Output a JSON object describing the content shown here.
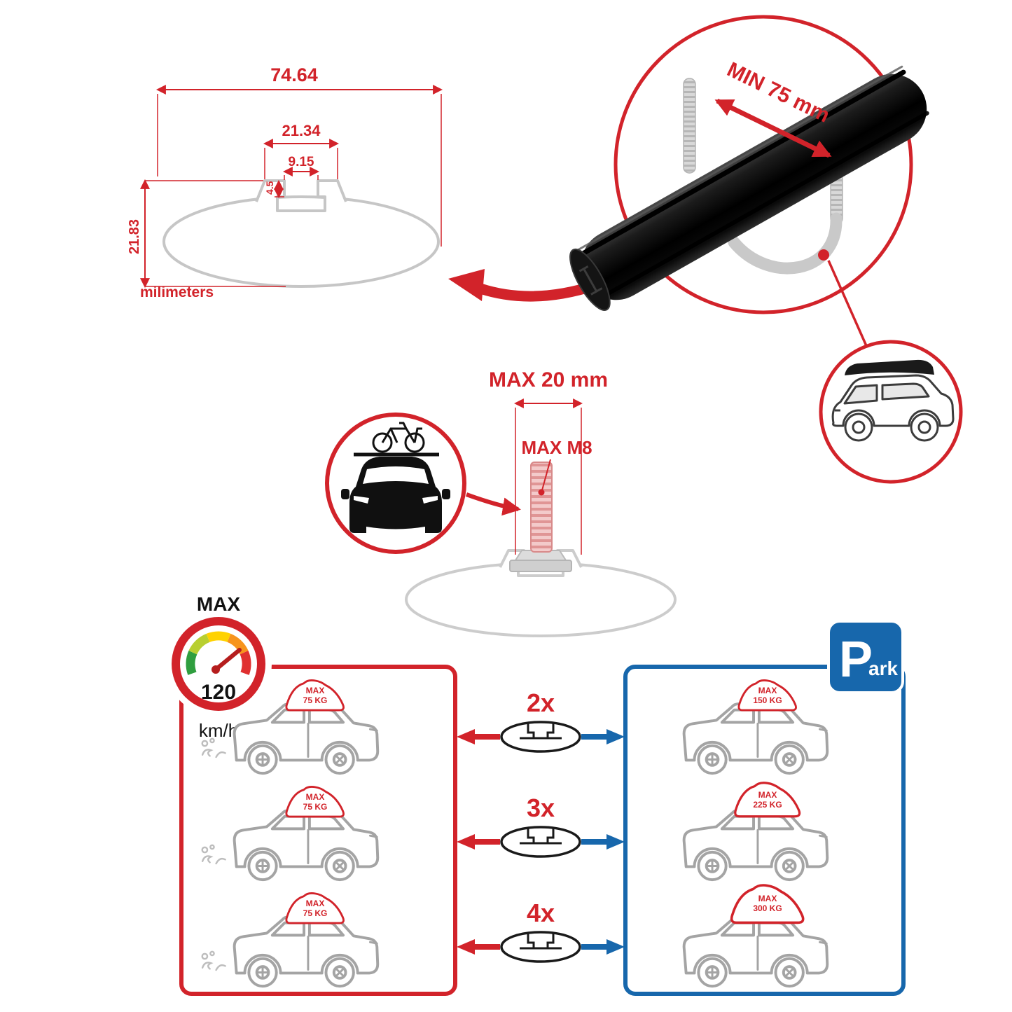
{
  "colors": {
    "red": "#d2232a",
    "blue": "#1767ac",
    "gray": "#c6c6c6",
    "black": "#111111"
  },
  "dimensions": {
    "overall_width": "74.64",
    "channel_width": "21.34",
    "slot_width": "9.15",
    "slot_depth": "4.5",
    "height": "21.83",
    "units": "milimeters"
  },
  "clamp": {
    "min_label": "MIN 75 mm"
  },
  "bolt": {
    "max_length": "MAX 20 mm",
    "max_thread": "MAX M8"
  },
  "speedometer": {
    "top_label": "MAX",
    "value": "120",
    "unit": "km/h"
  },
  "multipliers": [
    {
      "label": "2x"
    },
    {
      "label": "3x"
    },
    {
      "label": "4x"
    }
  ],
  "left_panel": {
    "cars": [
      {
        "max": "MAX",
        "load": "75 KG"
      },
      {
        "max": "MAX",
        "load": "75 KG"
      },
      {
        "max": "MAX",
        "load": "75 KG"
      }
    ]
  },
  "right_panel": {
    "cars": [
      {
        "max": "MAX",
        "load": "150 KG"
      },
      {
        "max": "MAX",
        "load": "225 KG"
      },
      {
        "max": "MAX",
        "load": "300 KG"
      }
    ]
  },
  "park_sign": {
    "p": "P",
    "ark": "ark"
  }
}
